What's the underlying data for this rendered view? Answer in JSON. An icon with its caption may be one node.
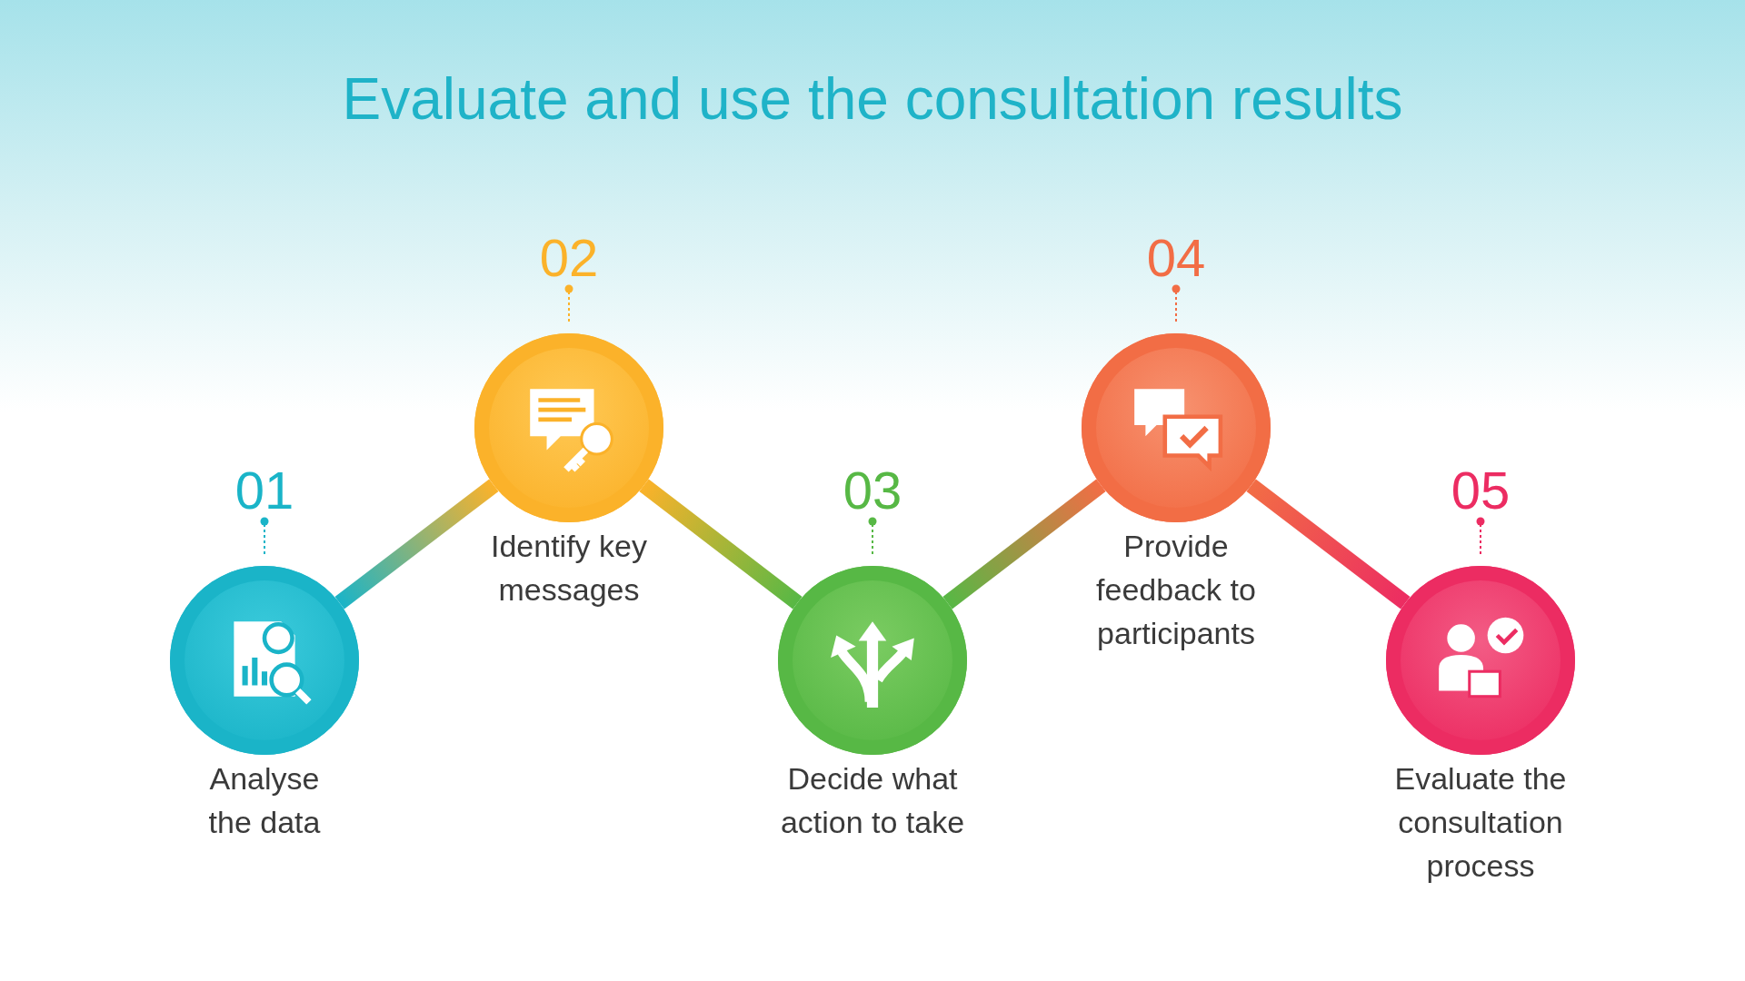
{
  "diagram": {
    "title": "Evaluate and use the consultation results",
    "nodes": [
      {
        "text": [
          "01",
          "Analyse the data"
        ]
      },
      {
        "text": [
          "02",
          "Identify key messages"
        ]
      },
      {
        "text": [
          "03",
          "Decide what action to take"
        ]
      },
      {
        "text": [
          "04",
          "Provide feedback to participants"
        ]
      },
      {
        "text": [
          "05",
          "Evaluate the consultation process"
        ]
      }
    ],
    "edges": [
      {
        "from": 0,
        "to": 1,
        "arrow": "none"
      },
      {
        "from": 1,
        "to": 2,
        "arrow": "none"
      },
      {
        "from": 2,
        "to": 3,
        "arrow": "none"
      },
      {
        "from": 3,
        "to": 4,
        "arrow": "none"
      }
    ]
  }
}
